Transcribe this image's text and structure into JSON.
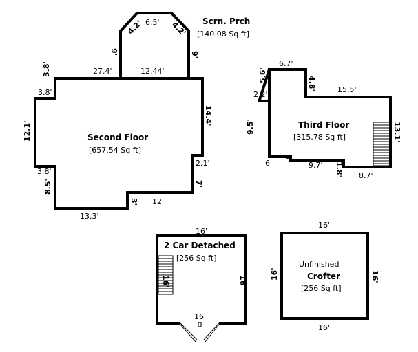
{
  "rooms": {
    "second_floor": {
      "name": "Second Floor",
      "area": "[657.54 Sq ft]"
    },
    "screen_porch": {
      "name": "Scrn. Prch",
      "area": "[140.08 Sq ft]"
    },
    "third_floor": {
      "name": "Third Floor",
      "area": "[315.78 Sq ft]"
    },
    "garage": {
      "name": "2 Car Detached",
      "area": "[256 Sq ft]"
    },
    "crofter": {
      "prefix": "Unfinished",
      "name": "Crofter",
      "area": "[256 Sq ft]"
    }
  },
  "dimensions": {
    "second_floor": {
      "top_left": "27.4'",
      "top_right": "12.44'",
      "left_top": "3.8'",
      "left_step": "3.8'",
      "left": "12.1'",
      "left_lower_step": "3.8'",
      "left_lower": "8.5'",
      "right": "14.4'",
      "right_step": "2.1'",
      "right_lower": "7'",
      "bottom_right": "12'",
      "bottom_notch": "3'",
      "bottom_left": "13.3'"
    },
    "screen_porch": {
      "top": "6.5'",
      "diag_left": "4.2'",
      "diag_right": "4.2'",
      "left": "9'",
      "right": "9'"
    },
    "third_floor": {
      "top": "6.7'",
      "left_upper": "5.6'",
      "left_step": "2.2'",
      "notch": "4.8'",
      "right_top": "15.5'",
      "left": "9.5'",
      "right": "13.1'",
      "bottom_left": "6'",
      "bottom_step_small": "1'",
      "bottom_mid": "9.7'",
      "bottom_step": "1.8'",
      "bottom_right": "8.7'"
    },
    "garage": {
      "top": "16'",
      "right": "16'",
      "stairs": "16'",
      "bottom": "16'"
    },
    "crofter": {
      "top": "16'",
      "left": "16'",
      "right": "16'",
      "bottom": "16'"
    }
  }
}
